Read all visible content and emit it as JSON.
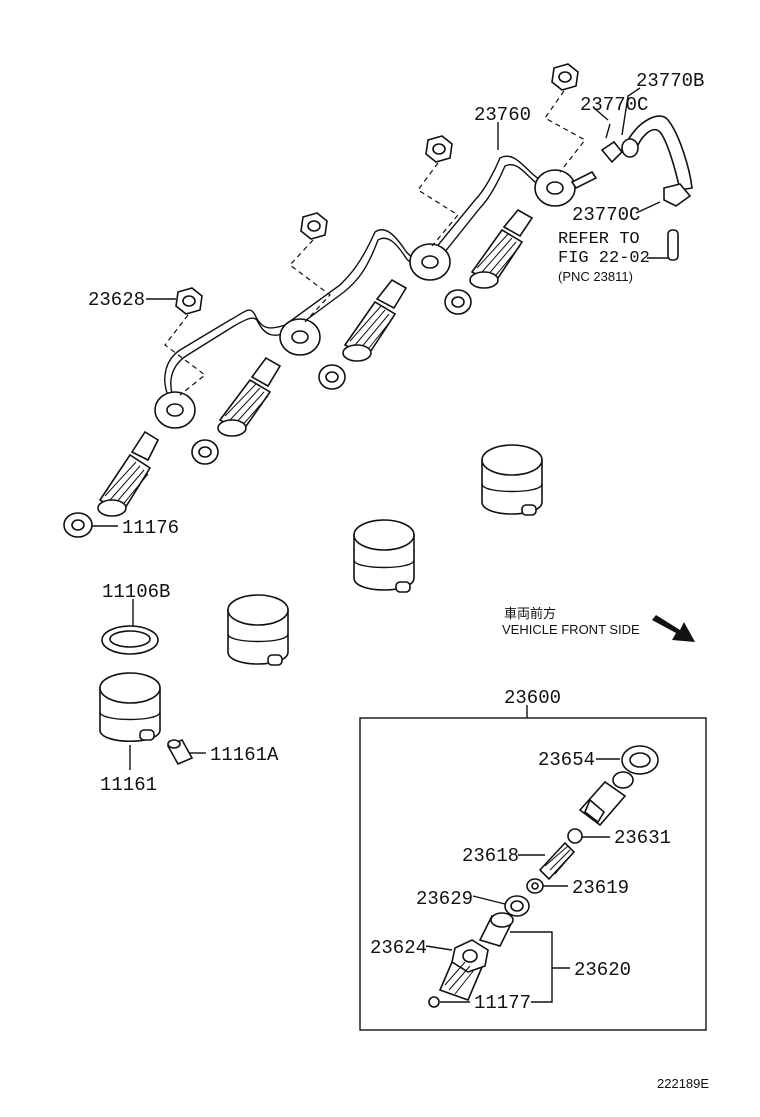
{
  "labels": {
    "p23770B": "23770B",
    "p23770C_top": "23770C",
    "p23760": "23760",
    "p23770C_mid": "23770C",
    "refer_line1": "REFER TO",
    "refer_line2": "FIG 22-02",
    "refer_line3": "(PNC 23811)",
    "p23628": "23628",
    "p11176": "11176",
    "p11106B": "11106B",
    "p11161A": "11161A",
    "p11161": "11161",
    "front_jp": "車両前方",
    "front_en": "VEHICLE FRONT SIDE",
    "p23600": "23600",
    "p23654": "23654",
    "p23631": "23631",
    "p23618": "23618",
    "p23619": "23619",
    "p23629": "23629",
    "p23624": "23624",
    "p23620": "23620",
    "p11177": "11177",
    "figure_id": "222189E"
  },
  "icons": {
    "front_arrow": "arrow-down-right-icon"
  },
  "colors": {
    "ink": "#111111",
    "paper": "#ffffff"
  }
}
